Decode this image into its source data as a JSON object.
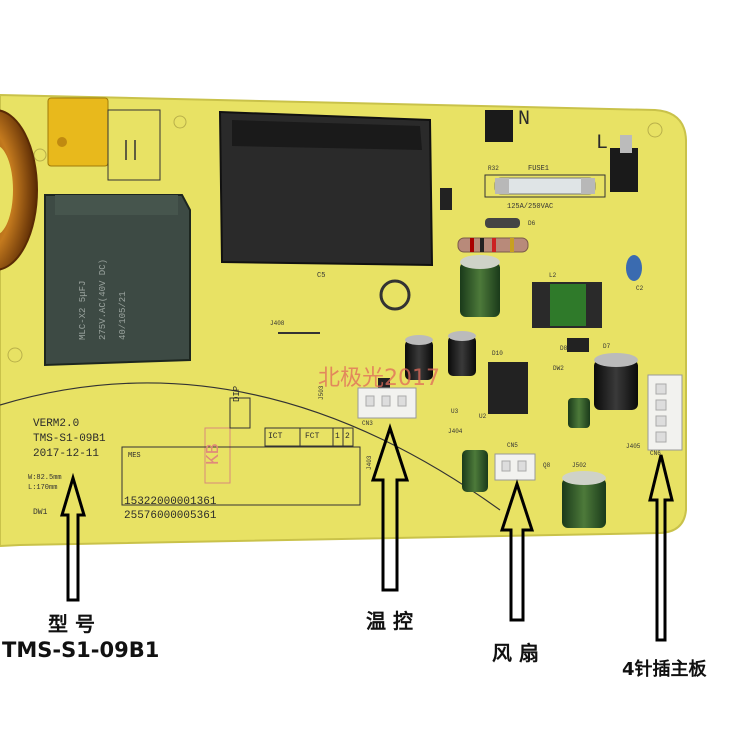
{
  "board": {
    "version": "VERM2.0",
    "model_silk": "TMS-S1-09B1",
    "date": "2017-12-11",
    "dims": [
      "W:82.5mm",
      "L:170mm"
    ],
    "dw1": "DW1",
    "serials": [
      "15322000001361",
      "25576000005361"
    ],
    "mes_label": "MES",
    "ict_cells": [
      "ICT",
      "FCT",
      "1",
      "2"
    ],
    "dip_label": "DIP",
    "kb_label": "KB",
    "fuse_rating": "125A/250VAC",
    "fuse_label": "FUSE1",
    "cap_rating": [
      "MLC-X2 5μFJ",
      "275V.AC(40V DC)",
      "40/105/21"
    ],
    "ref": [
      "R32",
      "D6",
      "C5",
      "J408",
      "L2",
      "C2",
      "D7",
      "D8",
      "DW2",
      "D10",
      "U3",
      "U2",
      "J404",
      "J405",
      "CN5",
      "Q8",
      "J502",
      "J403",
      "J503",
      "CN6",
      "CN3",
      "N",
      "L"
    ],
    "watermark": "北极光2017"
  },
  "captions": {
    "model_title": "型 号",
    "model_value": "TMS-S1-09B1",
    "thermostat": "温 控",
    "fan": "风 扇",
    "mainboard": "4针插主板"
  },
  "colors": {
    "pcb": "#e8e264",
    "pcb_shadow": "#c9c24a",
    "background": "#ffffff",
    "silkscreen": "#2b2b2b",
    "watermark": "#e06a5a",
    "capacitor_yellow": "#e8b91c",
    "x2_cap": "#3d4a44",
    "relay": "#2a2a2a",
    "coil": "#c47a1e"
  }
}
